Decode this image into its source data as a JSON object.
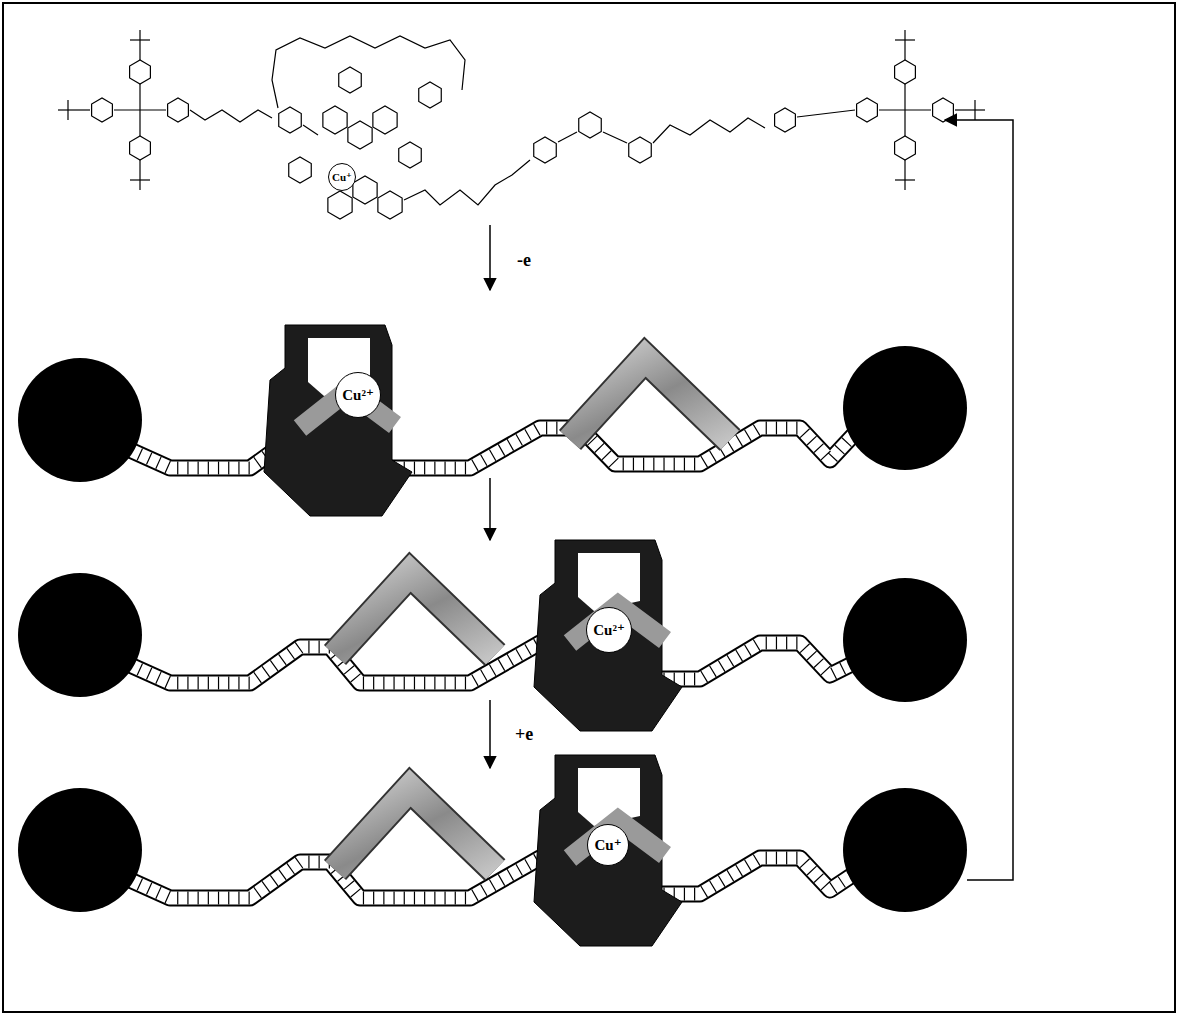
{
  "diagram": {
    "nodes": [
      {
        "text": [
          "Cu⁺"
        ]
      },
      {
        "text": [
          "Cu²⁺"
        ]
      },
      {
        "text": [
          "Cu²⁺"
        ]
      },
      {
        "text": [
          "Cu⁺"
        ]
      }
    ],
    "labels": [
      "-e",
      "+e"
    ]
  }
}
